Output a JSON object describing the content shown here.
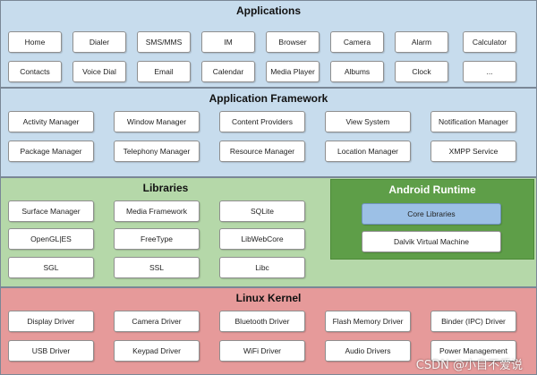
{
  "applications": {
    "title": "Applications",
    "row1": [
      "Home",
      "Dialer",
      "SMS/MMS",
      "IM",
      "Browser",
      "Camera",
      "Alarm",
      "Calculator"
    ],
    "row2": [
      "Contacts",
      "Voice Dial",
      "Email",
      "Calendar",
      "Media Player",
      "Albums",
      "Clock",
      "..."
    ]
  },
  "framework": {
    "title": "Application Framework",
    "row1": [
      "Activity Manager",
      "Window Manager",
      "Content Providers",
      "View System",
      "Notification Manager"
    ],
    "row2": [
      "Package Manager",
      "Telephony Manager",
      "Resource Manager",
      "Location Manager",
      "XMPP Service"
    ]
  },
  "libraries": {
    "title": "Libraries",
    "col1": [
      "Surface Manager",
      "OpenGL|ES",
      "SGL"
    ],
    "col2": [
      "Media Framework",
      "FreeType",
      "SSL"
    ],
    "col3": [
      "SQLite",
      "LibWebCore",
      "Libc"
    ]
  },
  "runtime": {
    "title": "Android Runtime",
    "items": [
      "Core Libraries",
      "Dalvik Virtual Machine"
    ]
  },
  "kernel": {
    "title": "Linux Kernel",
    "row1": [
      "Display Driver",
      "Camera Driver",
      "Bluetooth Driver",
      "Flash Memory Driver",
      "Binder (IPC) Driver"
    ],
    "row2": [
      "USB Driver",
      "Keypad Driver",
      "WiFi Driver",
      "Audio Drivers",
      "Power Management"
    ]
  },
  "watermark": "CSDN @小自不爱说",
  "colors": {
    "applications_bg": "#c7dced",
    "framework_bg": "#c7dced",
    "libraries_bg": "#b5d8a9",
    "runtime_bg": "#5e9e48",
    "core_libraries_bg": "#9cc0e6",
    "kernel_bg": "#e69a9a"
  }
}
